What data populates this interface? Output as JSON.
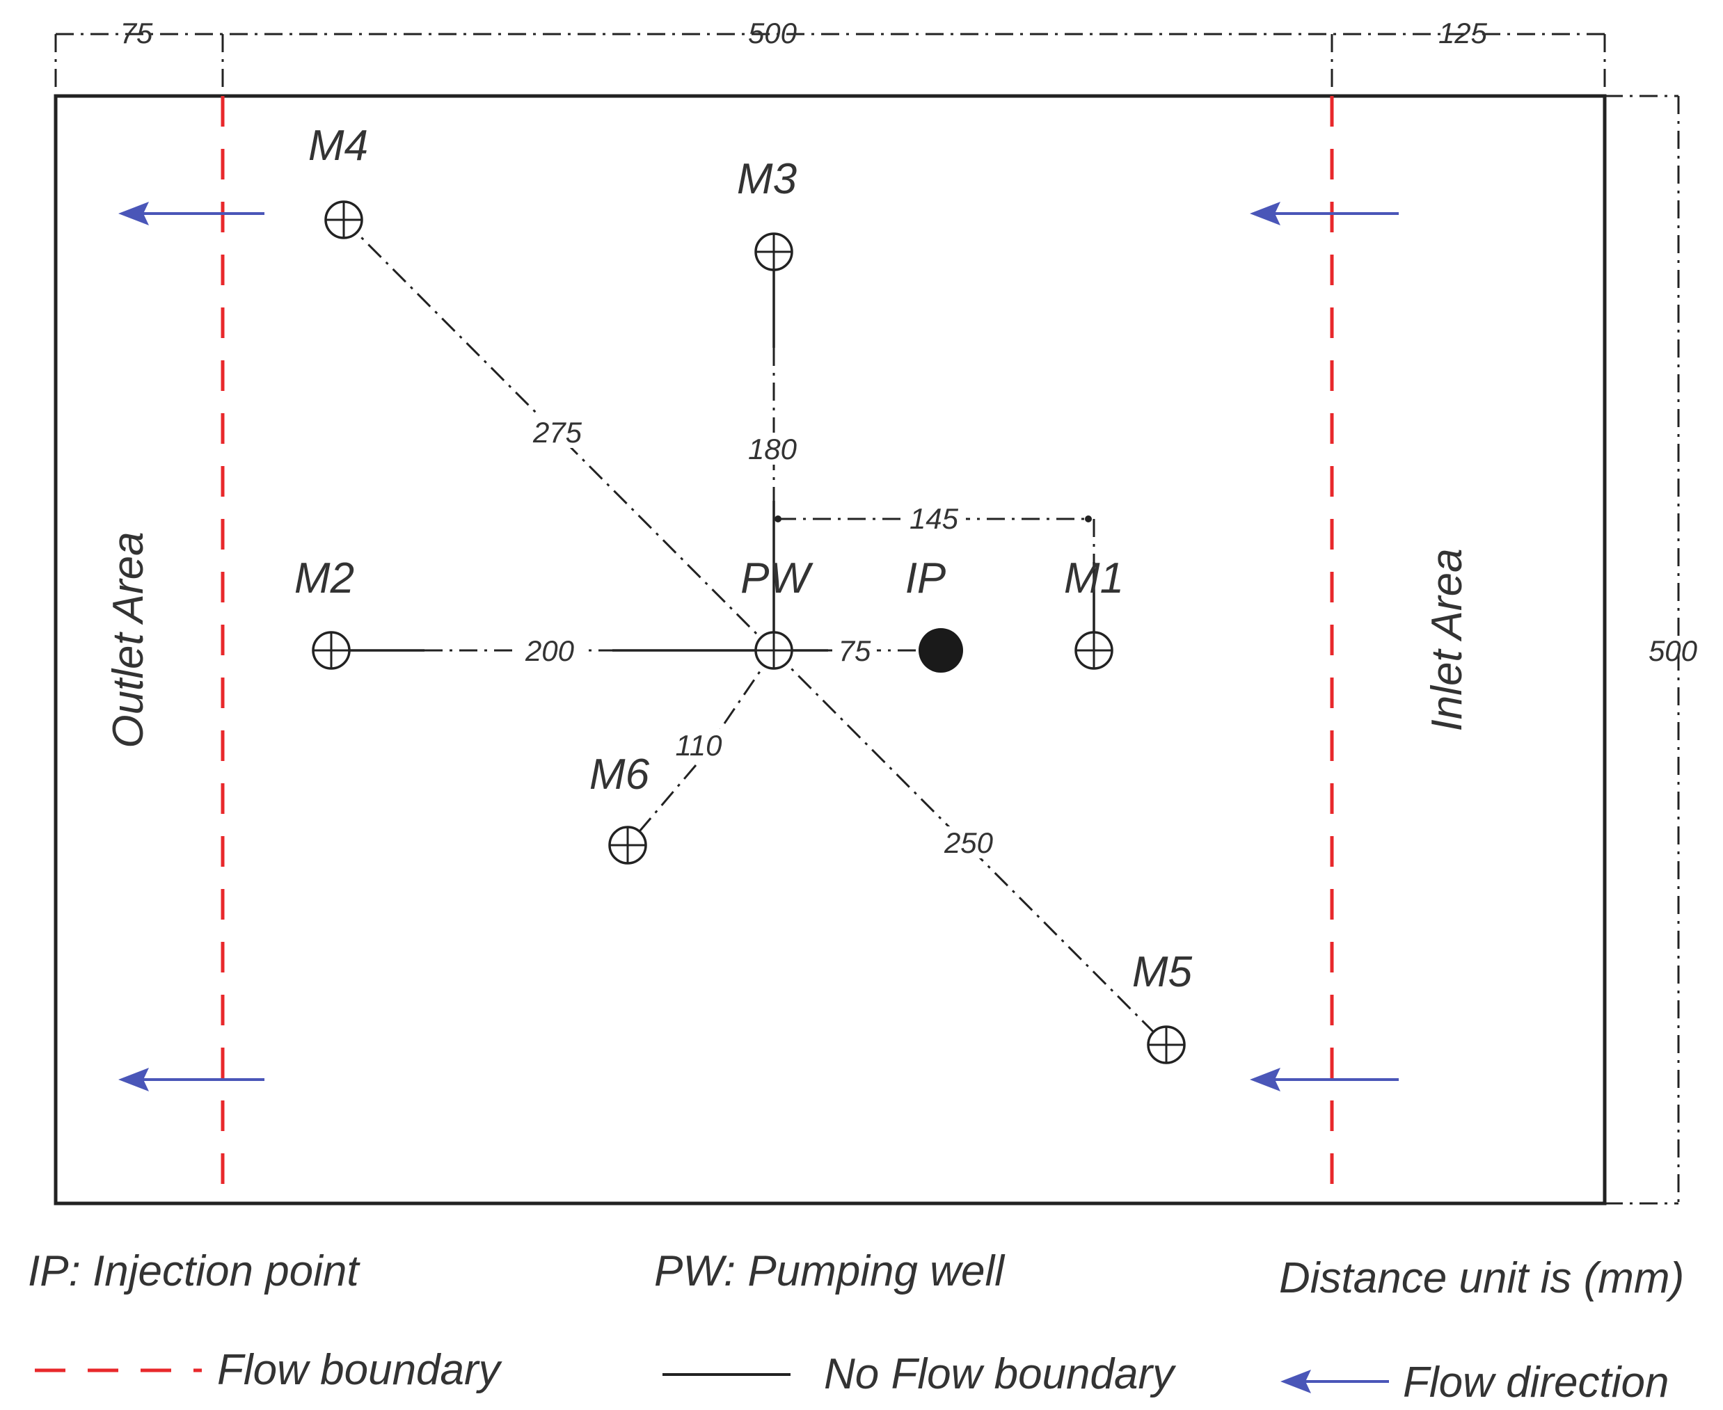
{
  "dimensions": {
    "top_left": "75",
    "top_middle": "500",
    "top_right": "125",
    "right_side": "500"
  },
  "areas": {
    "outlet": "Outlet Area",
    "inlet": "Inlet Area"
  },
  "wells": {
    "m1": "M1",
    "m2": "M2",
    "m3": "M3",
    "m4": "M4",
    "m5": "M5",
    "m6": "M6",
    "pw": "PW",
    "ip": "IP"
  },
  "distances": {
    "pw_m4": "275",
    "pw_m3": "180",
    "pw_m1": "145",
    "pw_m2": "200",
    "pw_ip": "75",
    "pw_m6": "110",
    "pw_m5": "250"
  },
  "legend": {
    "ip": "IP: Injection point",
    "pw": "PW: Pumping well",
    "unit": "Distance unit is (mm)",
    "flow_boundary": "Flow boundary",
    "no_flow_boundary": "No Flow boundary",
    "flow_direction": "Flow direction"
  },
  "colors": {
    "flow_boundary": "#e8282b",
    "flow_direction": "#4a56b8",
    "lines": "#222222"
  }
}
